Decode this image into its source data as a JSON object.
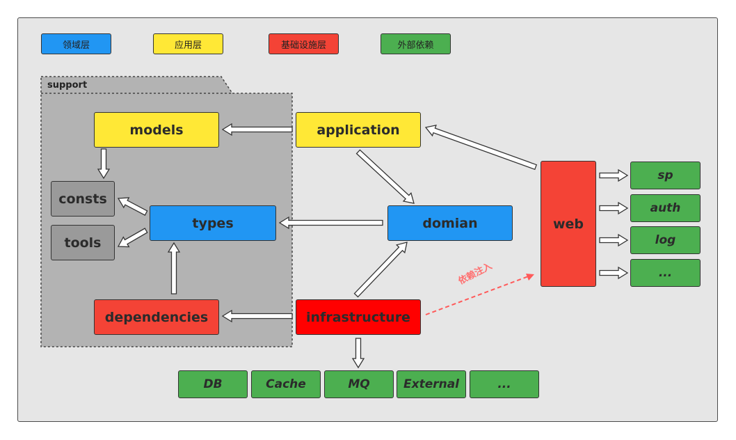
{
  "legend": [
    {
      "label": "领域层",
      "color": "#2196f3"
    },
    {
      "label": "应用层",
      "color": "#ffe836"
    },
    {
      "label": "基础设施层",
      "color": "#f44336"
    },
    {
      "label": "外部依赖",
      "color": "#4caf50"
    }
  ],
  "support": {
    "label": "support"
  },
  "nodes": {
    "models": "models",
    "application": "application",
    "consts": "consts",
    "tools": "tools",
    "types": "types",
    "domian": "domian",
    "dependencies": "dependencies",
    "infrastructure": "infrastructure",
    "web": "web"
  },
  "web_deps": [
    "sp",
    "auth",
    "log",
    "..."
  ],
  "infra_deps": [
    "DB",
    "Cache",
    "MQ",
    "External",
    "..."
  ],
  "injection_label": "依赖注入"
}
